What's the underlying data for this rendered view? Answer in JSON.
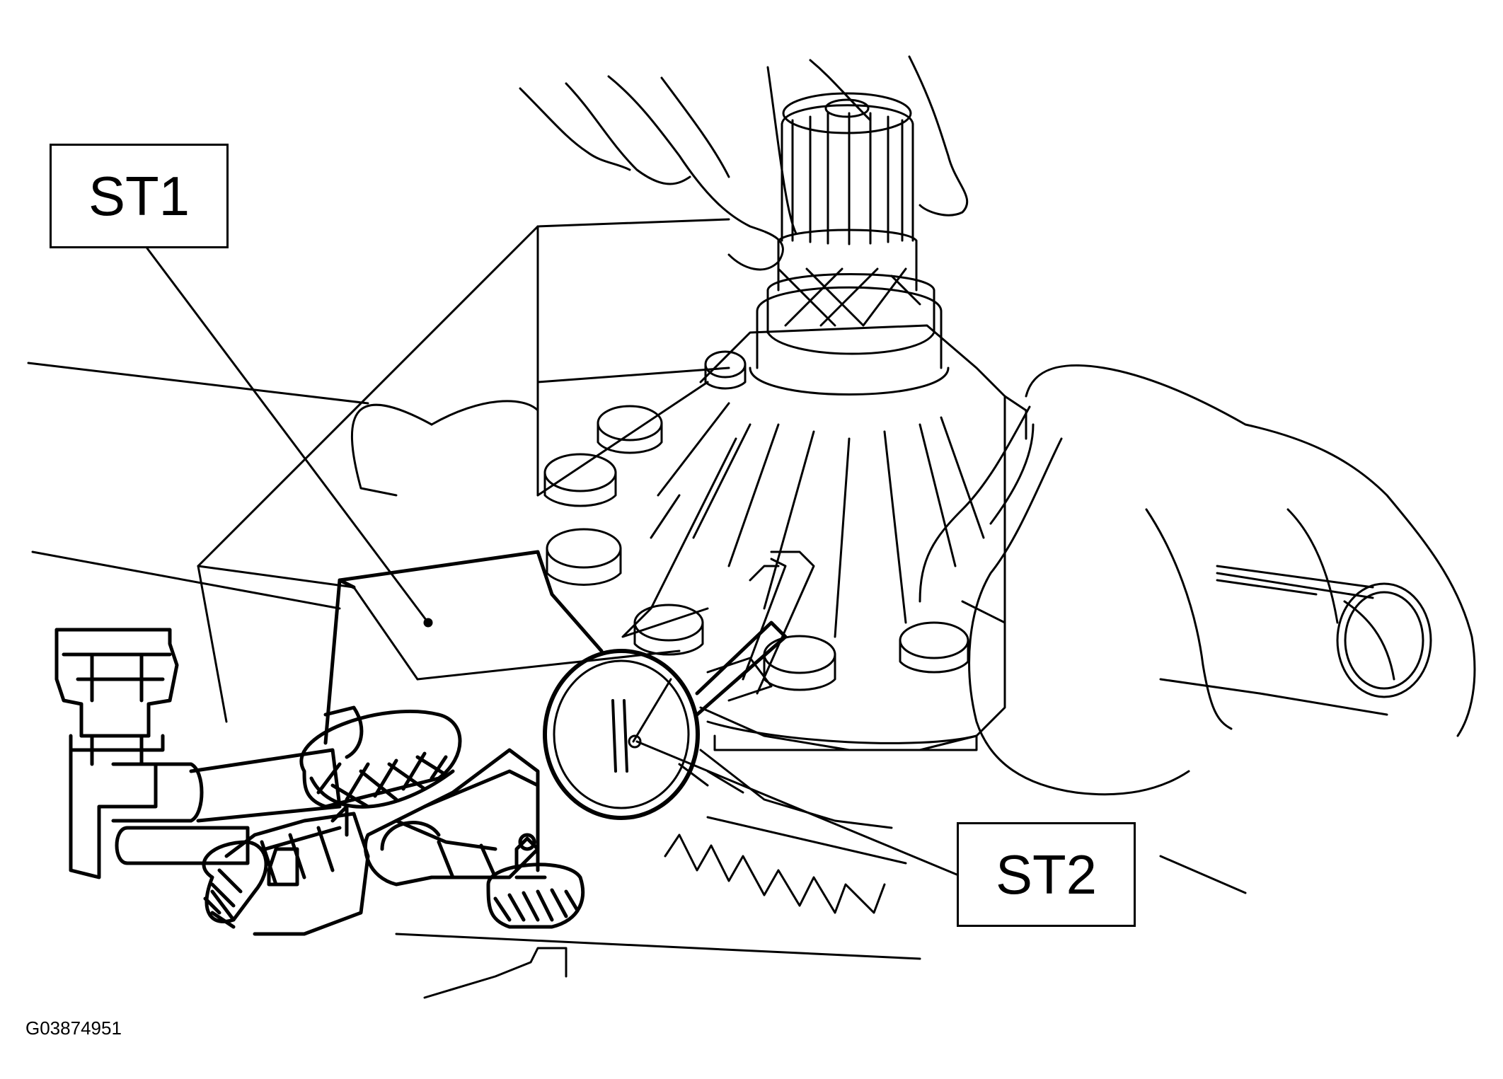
{
  "callouts": {
    "st1": "ST1",
    "st2": "ST2"
  },
  "figure_id": "G03874951",
  "colors": {
    "ink": "#000000",
    "paper": "#ffffff"
  }
}
